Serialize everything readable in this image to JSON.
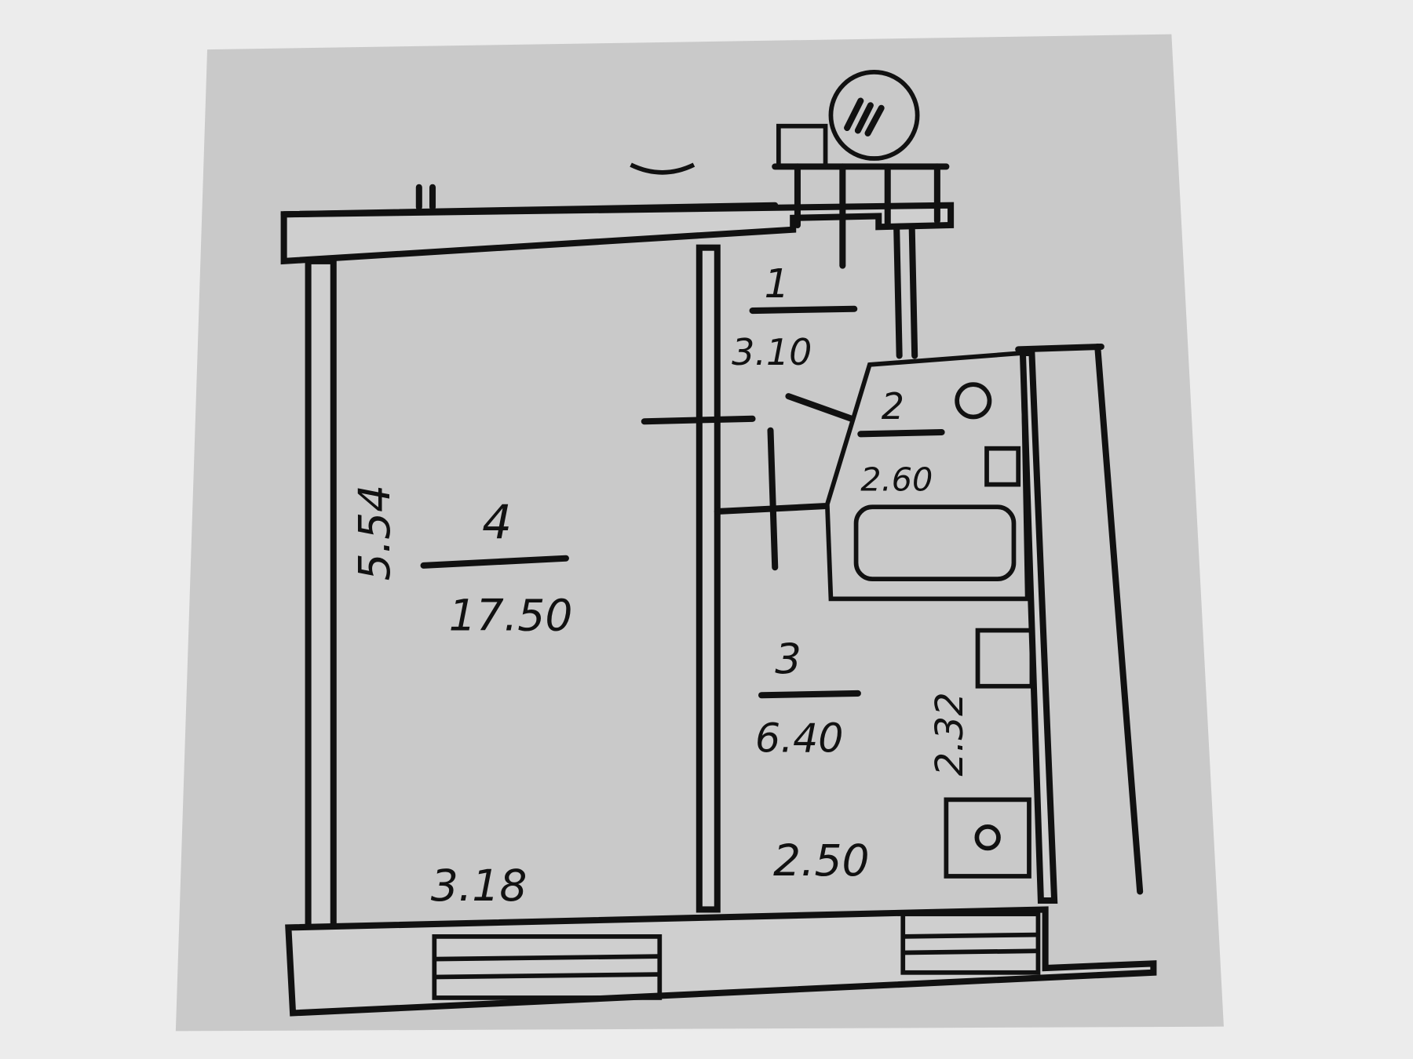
{
  "plan": {
    "rooms": [
      {
        "number": "4",
        "area": "17.50"
      },
      {
        "number": "1",
        "area": "3.10"
      },
      {
        "number": "2",
        "area": "2.60"
      },
      {
        "number": "3",
        "area": "6.40"
      }
    ],
    "dimensions": {
      "room4_height": "5.54",
      "room4_width": "3.18",
      "kitchen_width": "2.50",
      "kitchen_length": "2.32"
    },
    "colors": {
      "paper": "#ebebeb",
      "sheet": "#c9c9c9",
      "ink": "#111111"
    }
  }
}
